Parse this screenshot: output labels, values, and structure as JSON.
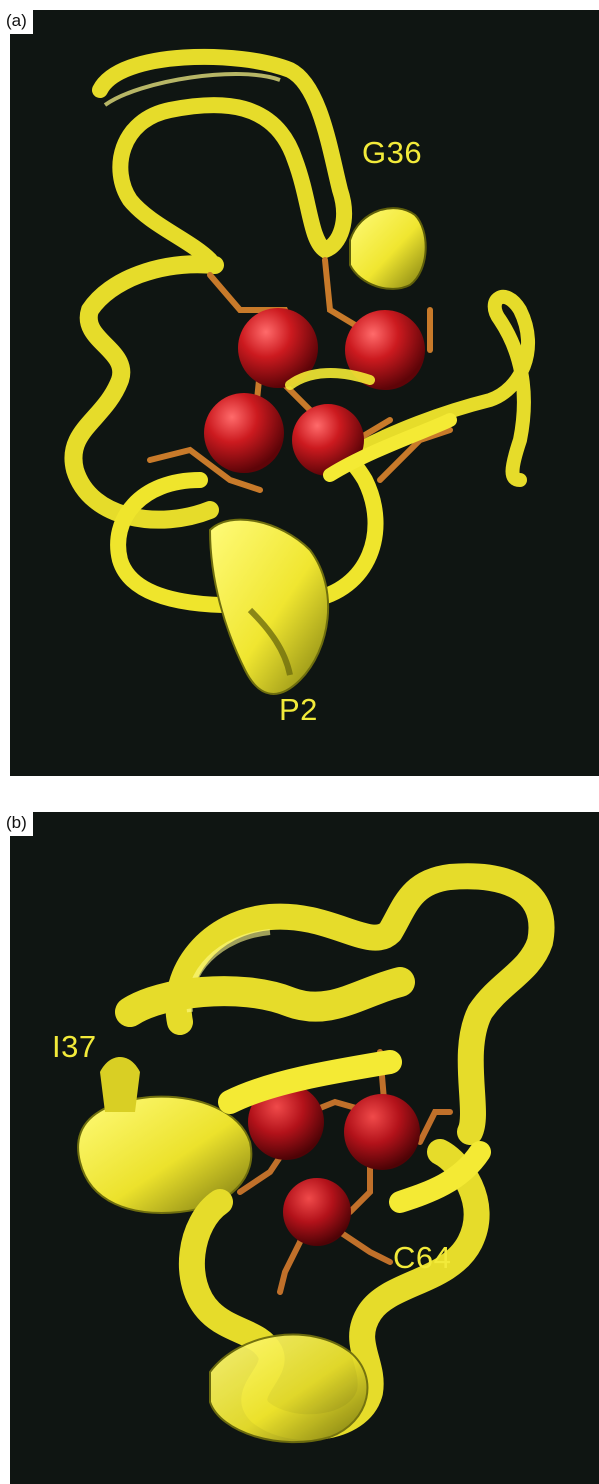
{
  "figure": {
    "panel_a": {
      "tag": "(a)",
      "labels": {
        "g36": "G36",
        "p2": "P2"
      }
    },
    "panel_b": {
      "tag": "(b)",
      "labels": {
        "i37": "I37",
        "c64": "C64"
      }
    }
  },
  "colors": {
    "background": "#0f1512",
    "ribbon": "#f2ea3a",
    "ribbon_shadow": "#8a8a12",
    "sphere": "#c4121a",
    "sticks": "#c87a2a",
    "label_text": "#f2ea3a"
  }
}
